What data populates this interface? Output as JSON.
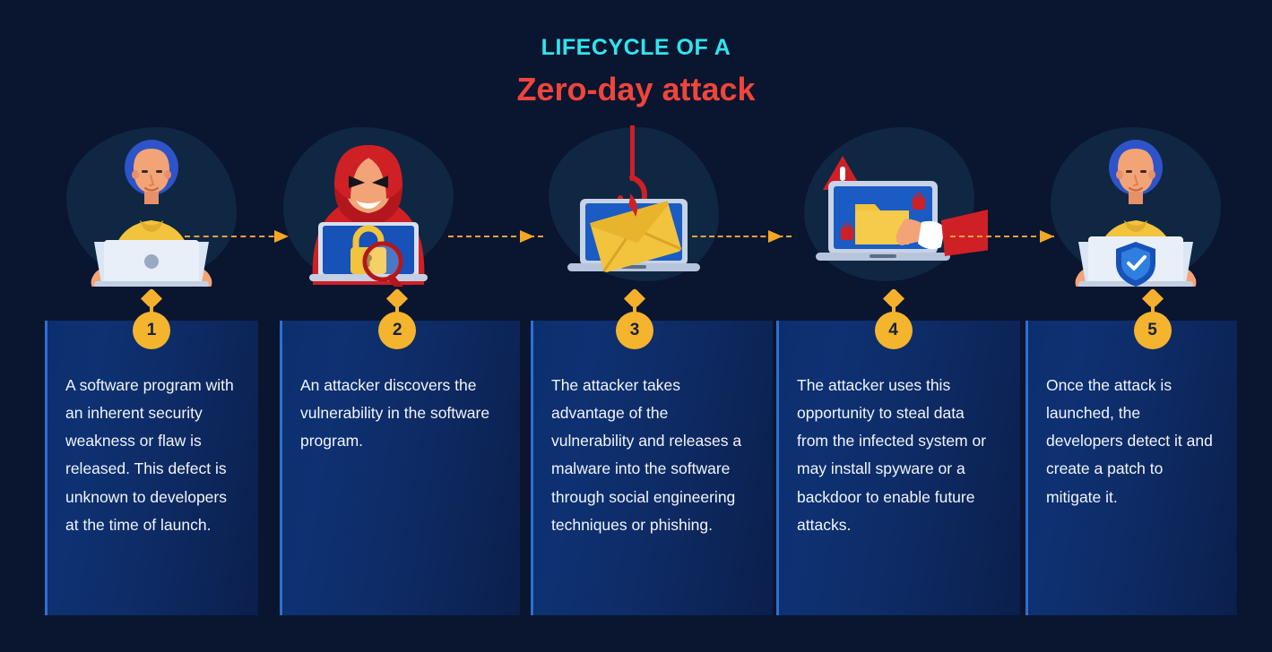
{
  "title": {
    "kicker": "LIFECYCLE OF A",
    "main": "Zero-day attack"
  },
  "colors": {
    "background": "#0a1530",
    "kicker": "#2ee6f0",
    "title_main": "#f0453a",
    "badge": "#f5b42e",
    "connector": "#e8a33d",
    "card_border": "#2f6fd0",
    "card_text": "#f2f5fa"
  },
  "steps": [
    {
      "number": "1",
      "illustration": "developer-at-laptop",
      "text": "A software program with an inherent security weakness or flaw is released. This defect is unknown to developers at the time of launch."
    },
    {
      "number": "2",
      "illustration": "hacker-finds-vulnerability",
      "text": "An attacker discovers the vulnerability in the software program."
    },
    {
      "number": "3",
      "illustration": "phishing-email-hook",
      "text": "The attacker takes advantage of the vulnerability and releases a malware into the software through social engineering techniques or phishing."
    },
    {
      "number": "4",
      "illustration": "data-theft-folder",
      "text": "The attacker uses this opportunity to steal data from the infected system or may install spyware or a backdoor to enable future attacks."
    },
    {
      "number": "5",
      "illustration": "developer-patch-shield",
      "text": "Once the attack is launched, the developers detect it and create a patch to mitigate it."
    }
  ]
}
